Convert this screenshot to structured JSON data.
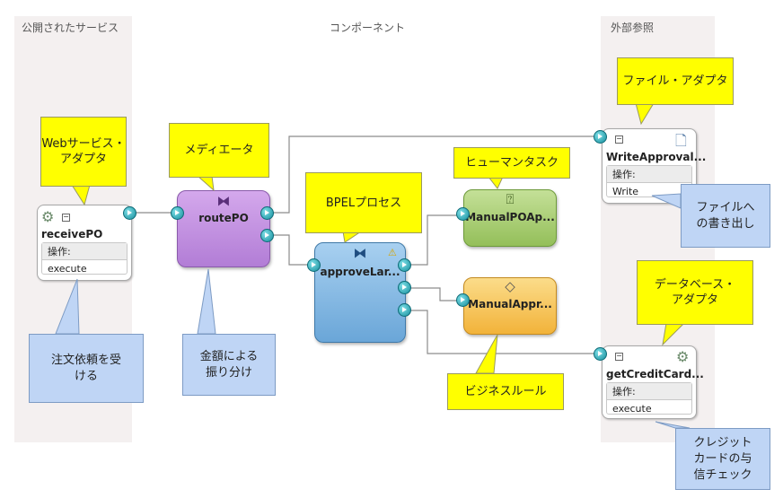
{
  "lanes": {
    "exposed_services": "公開されたサービス",
    "components": "コンポーネント",
    "external_references": "外部参照"
  },
  "services": {
    "receive_po": {
      "name": "receivePO",
      "ops_header": "操作:",
      "operation": "execute"
    }
  },
  "components": {
    "route_po": {
      "name": "routePO"
    },
    "approve_large": {
      "name": "approveLar..."
    },
    "manual_po_approval": {
      "name": "ManualPOAp..."
    },
    "manual_approval_rule": {
      "name": "ManualAppr..."
    }
  },
  "references": {
    "write_approval": {
      "name": "WriteApproval...",
      "ops_header": "操作:",
      "operation": "Write"
    },
    "get_credit_card": {
      "name": "getCreditCard...",
      "ops_header": "操作:",
      "operation": "execute"
    }
  },
  "callouts": {
    "web_service_adapter": [
      "Webサービス・",
      "アダプタ"
    ],
    "mediator": "メディエータ",
    "bpel_process": "BPELプロセス",
    "human_task": "ヒューマンタスク",
    "file_adapter": "ファイル・アダプタ",
    "database_adapter": [
      "データベース・",
      "アダプタ"
    ],
    "business_rule": "ビジネスルール",
    "receive_order": [
      "注文依頼を受",
      "ける"
    ],
    "route_by_amount": [
      "金額による",
      "振り分け"
    ],
    "write_to_file": [
      "ファイルへ",
      "の書き出し"
    ],
    "credit_card_check": [
      "クレジット",
      "カードの与",
      "信チェック"
    ]
  },
  "colors": {
    "lane_bg": "#f4f0f0",
    "mediator": "#c38fe0",
    "bpel": "#7fb6e0",
    "human_task": "#a8cc70",
    "business_rule": "#f7c354",
    "callout_yellow": "#ffff00",
    "callout_blue": "#bfd5f5",
    "wire": "#8c8c8c"
  },
  "icons": {
    "service_gear": "gear-icon",
    "file_adapter": "file-adapter-icon",
    "mediator": "mediator-icon",
    "bpel": "bpel-process-icon",
    "human_task": "human-task-icon",
    "business_rule": "business-rule-diamond-icon",
    "warning": "warning-icon",
    "wire_port": "wire-port-arrow-icon"
  }
}
